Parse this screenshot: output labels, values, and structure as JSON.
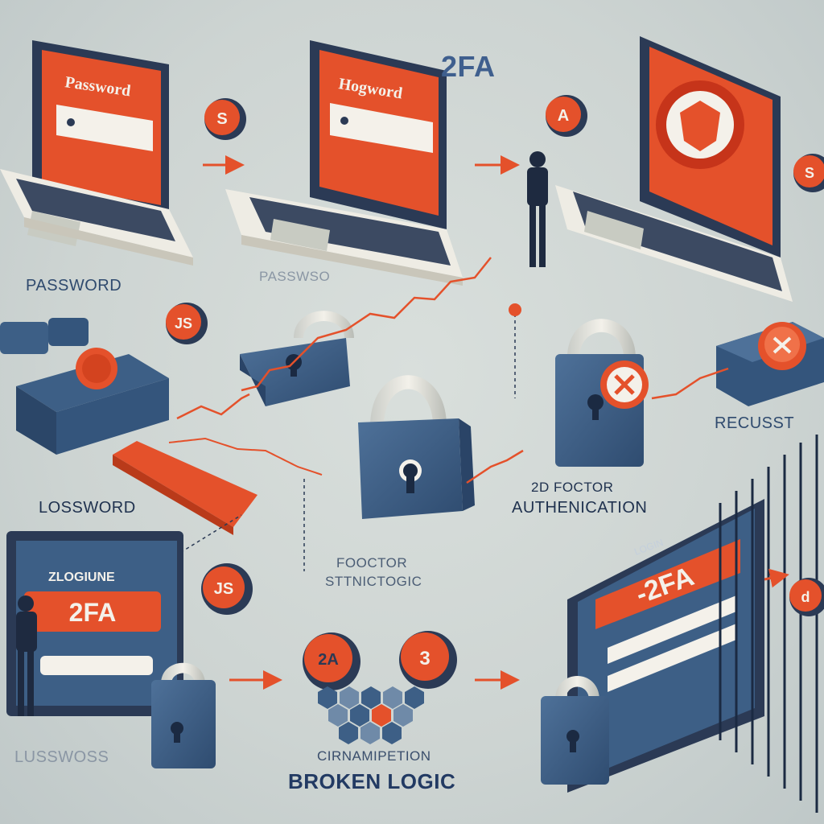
{
  "title": "2FA",
  "labels": {
    "password_top": "PASSWORD",
    "password_faded": "PASSWSO",
    "request": "RECUSST",
    "factor_line1": "2D FOCTOR",
    "factor_line2": "AUTHENICATION",
    "lossword": "LOSSWORD",
    "foctor_line1": "FOOCTOR",
    "foctor_line2": "STTNICTOGIC",
    "wissword": "LUSSWOSS",
    "circumvention": "CIRNAMIPETION",
    "broken_logic": "BROKEN LOGIC"
  },
  "screens": {
    "laptop1_text": "Password",
    "laptop2_text": "Hogword",
    "monitor_left_heading": "ZLOGIUNE",
    "monitor_left_code": "2FA",
    "monitor_right_heading": "LOGIN",
    "monitor_right_code": "-2FA"
  },
  "badges": {
    "badge_top1": "S",
    "badge_top2": "A",
    "badge_right_edge": "S",
    "badge_mid_left": "JS",
    "badge_bottom_left": "JS",
    "badge_bottom_2d": "2A",
    "badge_bottom_3": "3",
    "badge_far_right": "d"
  },
  "colors": {
    "accent_orange": "#e4512b",
    "navy": "#2f4a6e",
    "lock_blue": "#3d5f86",
    "screen_frame": "#2b3a55"
  }
}
